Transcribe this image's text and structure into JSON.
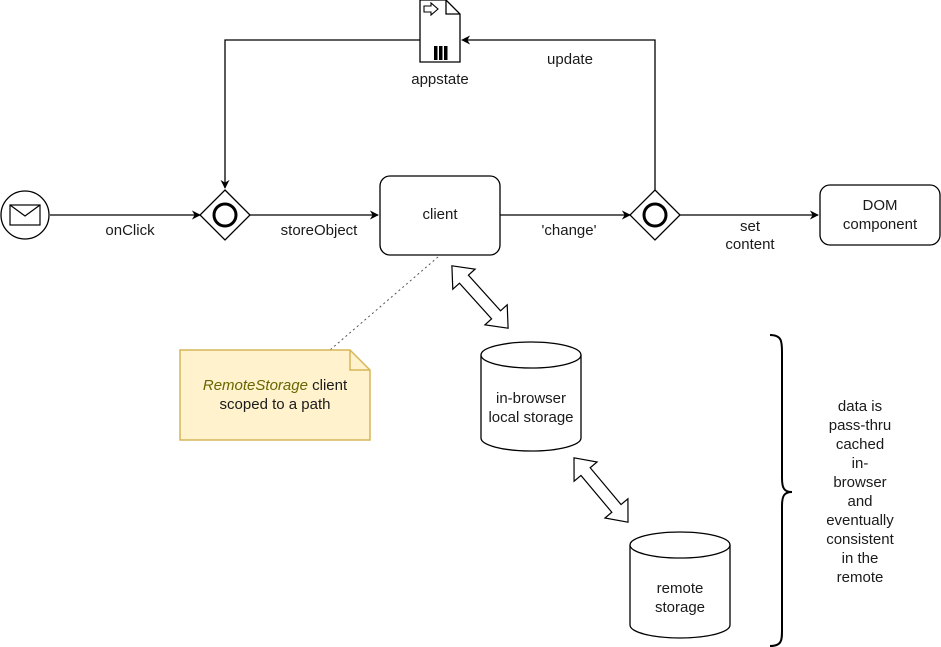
{
  "nodes": {
    "appstate": {
      "label": "appstate",
      "icon": "data-store-file-icon"
    },
    "client": {
      "label": "client"
    },
    "dom_component": {
      "line1": "DOM",
      "line2": "component"
    },
    "local_storage": {
      "line1": "in-browser",
      "line2": "local storage"
    },
    "remote_storage": {
      "line1": "remote",
      "line2": "storage"
    },
    "start_event": {
      "icon": "envelope-icon"
    }
  },
  "edges": {
    "onclick": "onClick",
    "store_object": "storeObject",
    "change": "'change'",
    "set_content_1": "set",
    "set_content_2": "content",
    "update": "update"
  },
  "note": {
    "emphasis": "RemoteStorage",
    "rest_line1": " client",
    "line2": "scoped to a path"
  },
  "side_note": {
    "lines": [
      "data is",
      "pass-thru",
      "cached",
      "in-",
      "browser",
      "and",
      "eventually",
      "consistent",
      "in the",
      "remote"
    ]
  },
  "colors": {
    "stroke": "#000000",
    "note_fill": "#fff2cc",
    "note_stroke": "#d6b656",
    "note_emphasis": "#666600"
  }
}
